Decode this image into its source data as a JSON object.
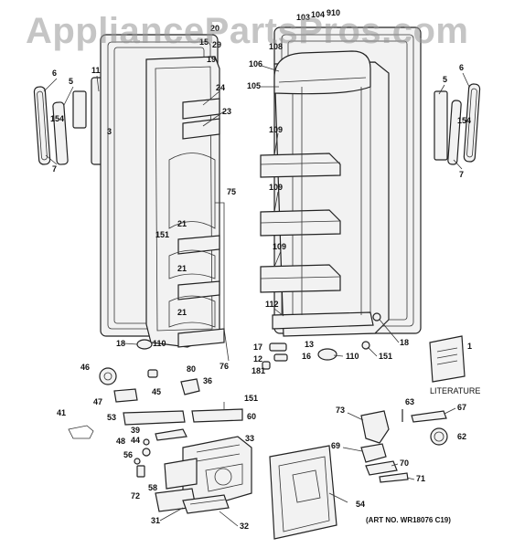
{
  "watermark": "AppliancePartsPros.com",
  "literature_label": "LITERATURE",
  "art_number": "(ART NO. WR18076 C19)",
  "callouts": [
    "20",
    "15",
    "29",
    "103",
    "104",
    "910",
    "108",
    "19",
    "6",
    "5",
    "11",
    "154",
    "3",
    "7",
    "24",
    "23",
    "106",
    "105",
    "109",
    "109",
    "109",
    "75",
    "151",
    "21",
    "21",
    "21",
    "112",
    "18",
    "110",
    "80",
    "76",
    "17",
    "13",
    "12",
    "16",
    "181",
    "110",
    "151",
    "18",
    "5",
    "6",
    "154",
    "7",
    "1",
    "46",
    "45",
    "36",
    "47",
    "151",
    "60",
    "53",
    "41",
    "39",
    "44",
    "33",
    "48",
    "56",
    "73",
    "63",
    "67",
    "62",
    "69",
    "70",
    "71",
    "72",
    "58",
    "31",
    "32",
    "54"
  ]
}
